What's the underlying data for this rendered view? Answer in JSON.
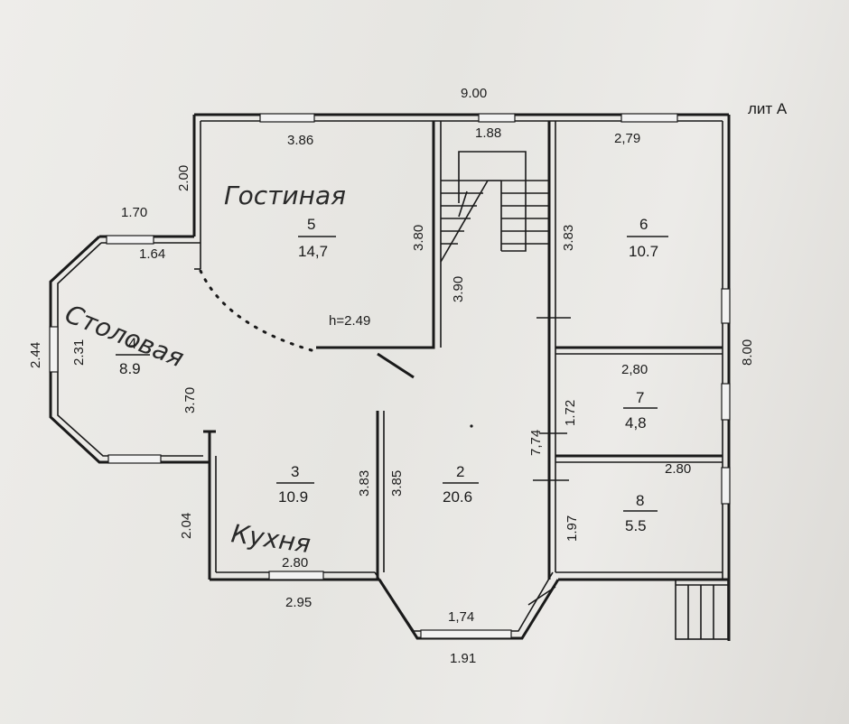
{
  "title": "лит А",
  "overall": {
    "width": "9.00",
    "depth": "8.00"
  },
  "rooms": [
    {
      "number": "5",
      "area": "14,7",
      "name": "Гостиная"
    },
    {
      "number": "6",
      "area": "10.7"
    },
    {
      "number": "4",
      "area": "8.9",
      "name": "Столовая"
    },
    {
      "number": "7",
      "area": "4,8"
    },
    {
      "number": "3",
      "area": "10.9",
      "name": "Кухня"
    },
    {
      "number": "2",
      "area": "20.6"
    },
    {
      "number": "8",
      "area": "5.5"
    }
  ],
  "dimensions": {
    "d386": "3.86",
    "d188": "1.88",
    "d279": "2,79",
    "d200": "2.00",
    "d170": "1.70",
    "d164": "1.64",
    "d380": "3.80",
    "d383a": "3.83",
    "d390": "3.90",
    "d249": "h=2.49",
    "d244": "2.44",
    "d231": "2.31",
    "d370": "3.70",
    "d280a": "2,80",
    "d172": "1.72",
    "d774": "7,74",
    "d280b": "2.80",
    "d383b": "3.83",
    "d385": "3.85",
    "d204": "2.04",
    "d280c": "2.80",
    "d295": "2.95",
    "d197": "1.97",
    "d174": "1,74",
    "d191": "1.91"
  }
}
